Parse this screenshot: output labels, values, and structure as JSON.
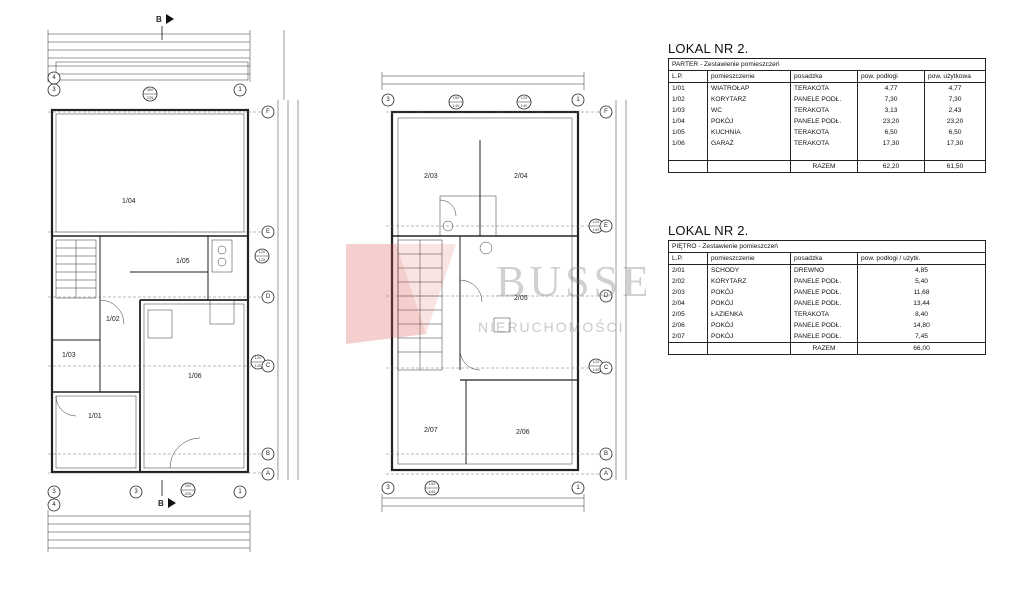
{
  "tables": [
    {
      "title": "LOKAL NR 2.",
      "caption": "PARTER - Zestawienie pomieszczeń",
      "headers": [
        "L.P.",
        "pomieszczenie",
        "posadzka",
        "pow. podłogi",
        "pow. użytkowa"
      ],
      "rows": [
        [
          "1/01",
          "WIATROŁAP",
          "TERAKOTA",
          "4,77",
          "4,77"
        ],
        [
          "1/02",
          "KORYTARZ",
          "PANELE PODŁ.",
          "7,30",
          "7,30"
        ],
        [
          "1/03",
          "WC",
          "TERAKOTA",
          "3,13",
          "2,43"
        ],
        [
          "1/04",
          "POKÓJ",
          "PANELE PODŁ.",
          "23,20",
          "23,20"
        ],
        [
          "1/05",
          "KUCHNIA",
          "TERAKOTA",
          "6,50",
          "6,50"
        ],
        [
          "1/06",
          "GARAŻ",
          "TERAKOTA",
          "17,30",
          "17,30"
        ]
      ],
      "total_label": "RAZEM",
      "totals": [
        "62,20",
        "61,50"
      ]
    },
    {
      "title": "LOKAL NR 2.",
      "caption": "PIĘTRO - Zestawienie pomieszczeń",
      "headers": [
        "L.P.",
        "pomieszczenie",
        "posadzka",
        "pow. podłogi / użytk."
      ],
      "rows": [
        [
          "2/01",
          "SCHODY",
          "DREWNO",
          "4,85"
        ],
        [
          "2/02",
          "KORYTARZ",
          "PANELE PODŁ.",
          "5,40"
        ],
        [
          "2/03",
          "POKÓJ",
          "PANELE PODŁ.",
          "11,68"
        ],
        [
          "2/04",
          "POKÓJ",
          "PANELE PODŁ.",
          "13,44"
        ],
        [
          "2/05",
          "ŁAZIENKA",
          "TERAKOTA",
          "8,40"
        ],
        [
          "2/06",
          "POKÓJ",
          "PANELE PODŁ.",
          "14,80"
        ],
        [
          "2/07",
          "POKÓJ",
          "PANELE PODŁ.",
          "7,45"
        ]
      ],
      "total_label": "RAZEM",
      "totals": [
        "66,00"
      ]
    }
  ],
  "watermark": {
    "brand": "BUSSE",
    "tagline": "NIERUCHOMOŚCI",
    "accent_color": "#d9534f"
  },
  "plan_ground": {
    "section_label": "B",
    "axis_rows": [
      "F",
      "E",
      "D",
      "C",
      "B",
      "A"
    ],
    "axis_cols": [
      "3",
      "4",
      "1"
    ],
    "rooms": [
      {
        "id": "1/01",
        "label": "1/01"
      },
      {
        "id": "1/02",
        "label": "1/02"
      },
      {
        "id": "1/03",
        "label": "1/03"
      },
      {
        "id": "1/04",
        "label": "1/04"
      },
      {
        "id": "1/05",
        "label": "1/05"
      },
      {
        "id": "1/06",
        "label": "1/06"
      }
    ],
    "height_marks": [
      "360",
      "235",
      "120",
      "125",
      "120",
      "125",
      "250",
      "225"
    ]
  },
  "plan_upper": {
    "axis_rows": [
      "F",
      "E",
      "D",
      "C",
      "B",
      "A"
    ],
    "axis_cols": [
      "3",
      "1"
    ],
    "rooms": [
      {
        "id": "2/03",
        "label": "2/03"
      },
      {
        "id": "2/04",
        "label": "2/04"
      },
      {
        "id": "2/05",
        "label": "2/05"
      },
      {
        "id": "2/06",
        "label": "2/06"
      },
      {
        "id": "2/07",
        "label": "2/07"
      }
    ],
    "height_marks": [
      "150",
      "140",
      "120",
      "140",
      "120",
      "140",
      "120",
      "140",
      "150",
      "140"
    ]
  }
}
